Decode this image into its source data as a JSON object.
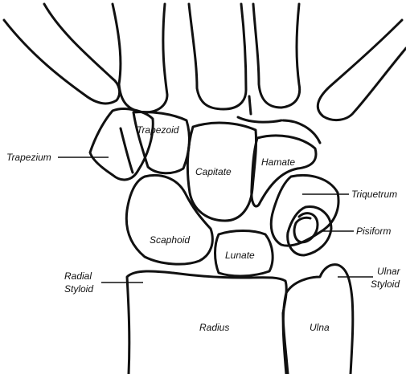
{
  "diagram": {
    "labels": {
      "trapezium": "Trapezium",
      "trapezoid": "Trapezoid",
      "capitate": "Capitate",
      "hamate": "Hamate",
      "triquetrum": "Triquetrum",
      "pisiform": "Pisiform",
      "scaphoid": "Scaphoid",
      "lunate": "Lunate",
      "radial_styloid_1": "Radial",
      "radial_styloid_2": "Styloid",
      "ulnar_styloid_1": "Ulnar",
      "ulnar_styloid_2": "Styloid",
      "radius": "Radius",
      "ulna": "Ulna"
    }
  }
}
